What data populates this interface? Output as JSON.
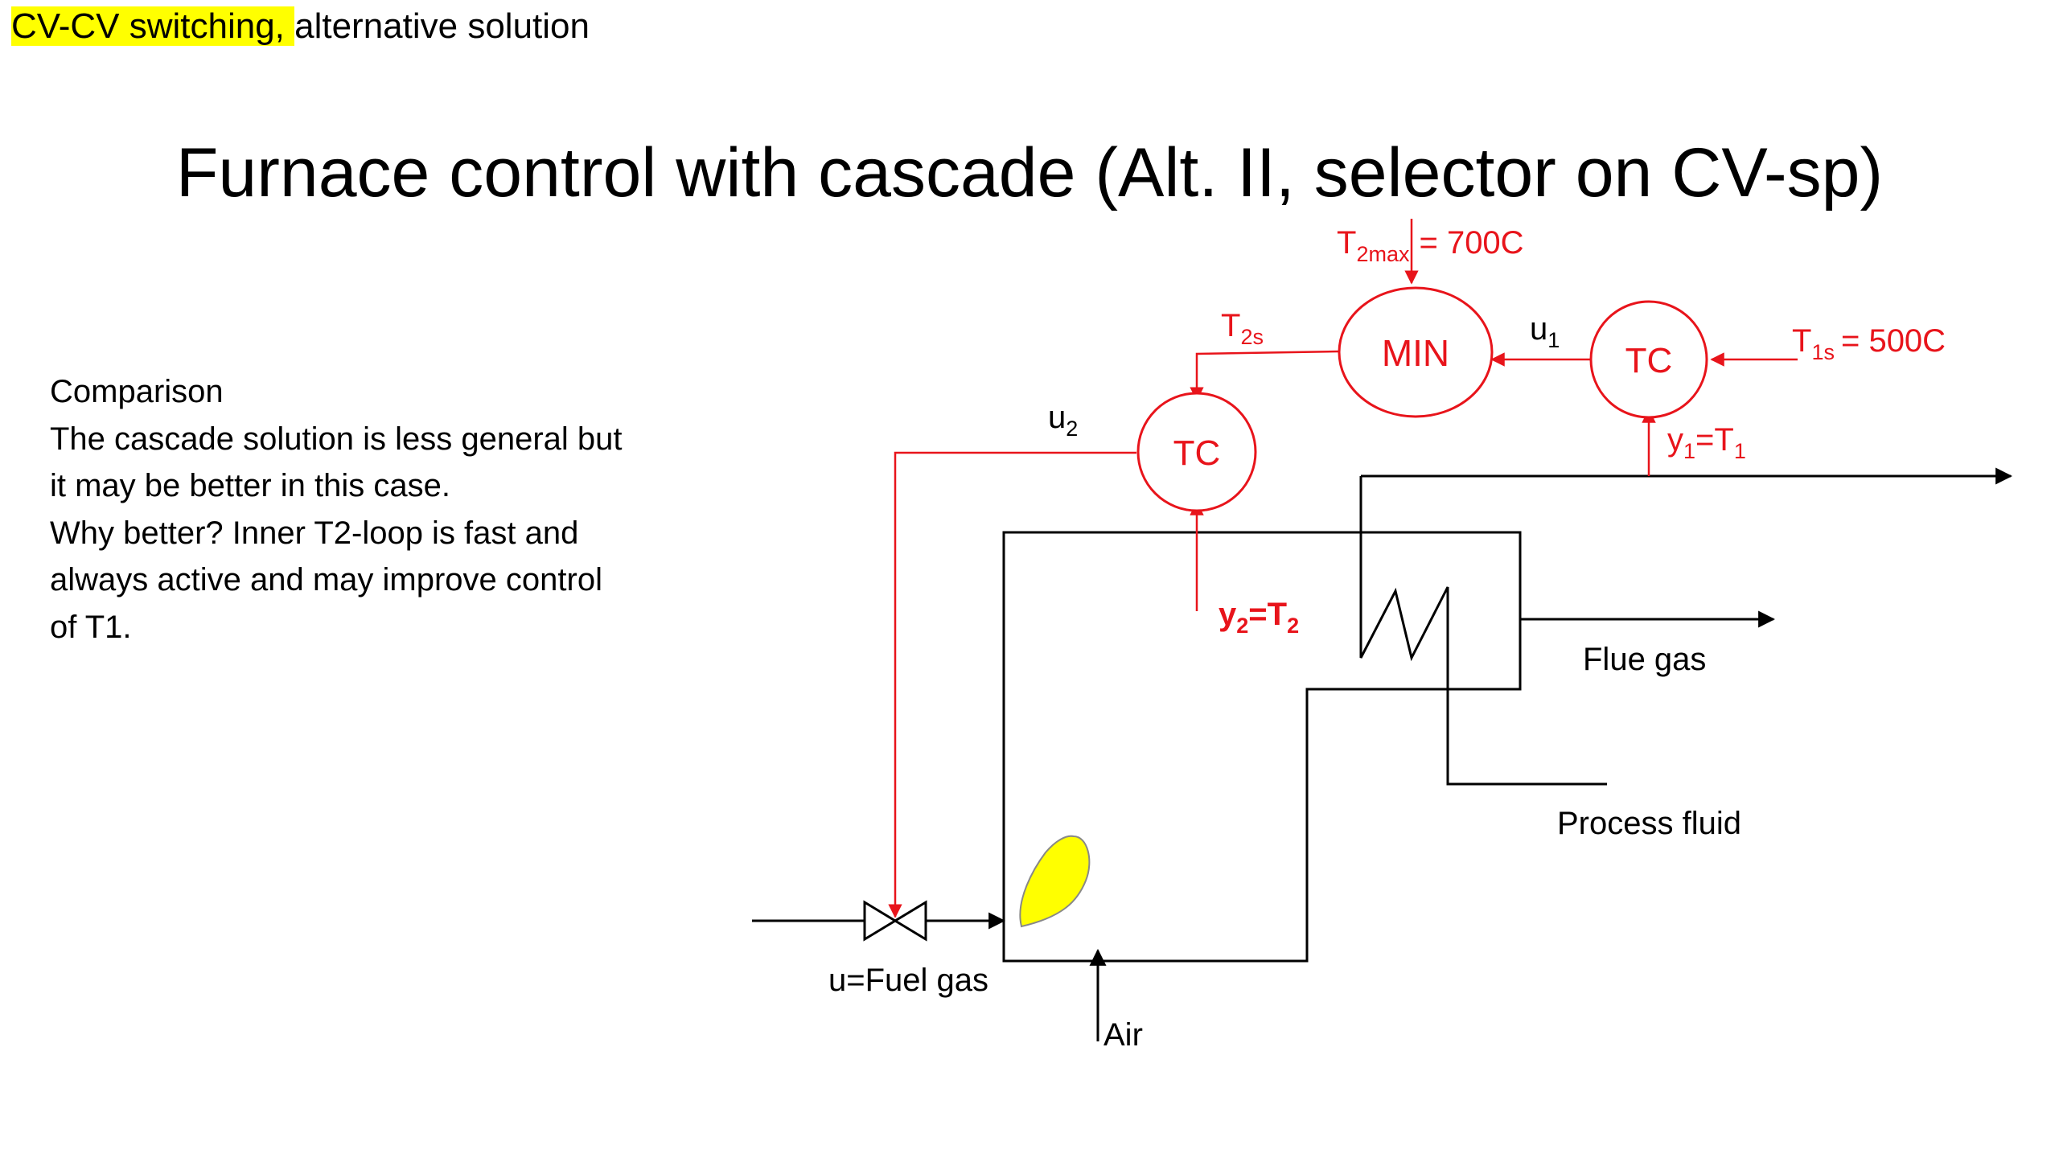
{
  "header": {
    "highlighted": "CV-CV switching, ",
    "rest": "alternative solution"
  },
  "title": "Furnace control with cascade (Alt. II, selector on CV-sp)",
  "comparison": {
    "heading": "Comparison",
    "lines": [
      "The cascade solution is less general but",
      "it may be better in this case.",
      "Why better? Inner T2-loop is fast and",
      "always active and may improve control",
      "of T1."
    ]
  },
  "diagram": {
    "colors": {
      "control": "#e8141b",
      "process": "#000000",
      "flame": "#ffff00"
    },
    "min_block": "MIN",
    "tc_outer": "TC",
    "tc_inner": "TC",
    "t2max": {
      "sym": "T",
      "sub": "2max",
      "value": "= 700C"
    },
    "t1s": {
      "sym": "T",
      "sub": "1s",
      "value": "= 500C"
    },
    "t2s": {
      "sym": "T",
      "sub": "2s"
    },
    "u1": {
      "sym": "u",
      "sub": "1"
    },
    "u2": {
      "sym": "u",
      "sub": "2"
    },
    "y1": {
      "a": "y",
      "a_sub": "1",
      "eq": "=T",
      "b_sub": "1"
    },
    "y2": {
      "a": "y",
      "a_sub": "2",
      "eq": "=T",
      "b_sub": "2"
    },
    "flue_gas": "Flue gas",
    "process_fluid": "Process fluid",
    "fuel_gas": "u=Fuel gas",
    "air": "Air"
  }
}
